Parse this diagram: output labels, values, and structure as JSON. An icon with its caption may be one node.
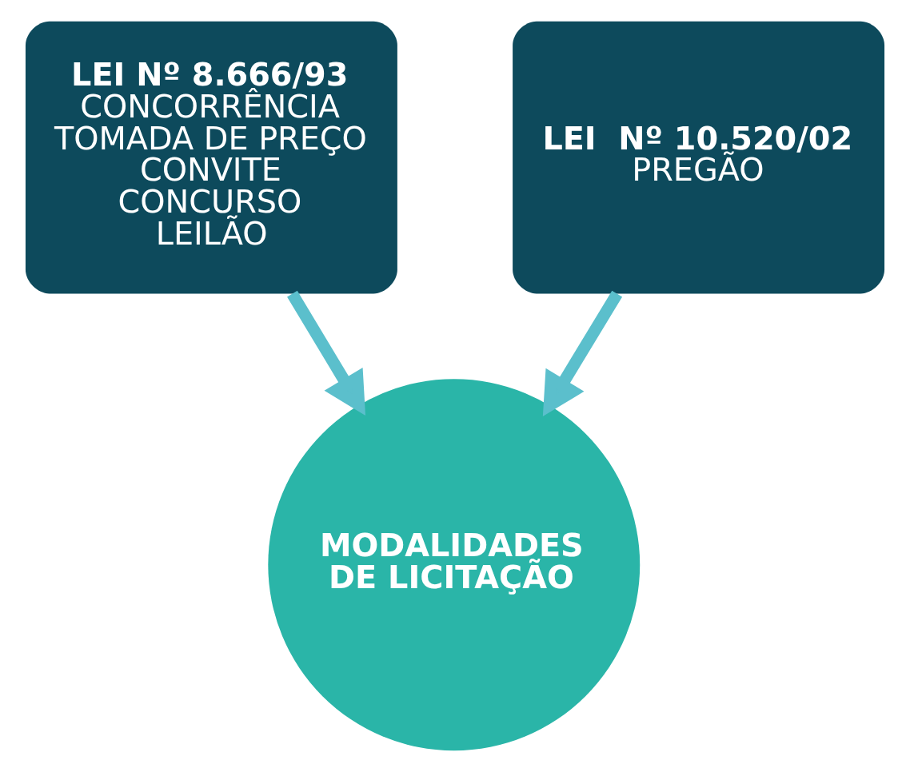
{
  "diagram": {
    "nodes": [
      {
        "text": [
          "LEI Nº 8.666/93",
          "CONCORRÊNCIA",
          "TOMADA DE PREÇO",
          "CONVITE",
          "CONCURSO",
          "LEILÃO"
        ]
      },
      {
        "text": [
          "LEI  Nº 10.520/02",
          "PREGÃO"
        ]
      },
      {
        "text": [
          "MODALIDADES DE LICITAÇÃO"
        ]
      }
    ],
    "edges": [
      {
        "from": 0,
        "to": 2,
        "arrow": "to"
      },
      {
        "from": 1,
        "to": 2,
        "arrow": "to"
      }
    ]
  }
}
